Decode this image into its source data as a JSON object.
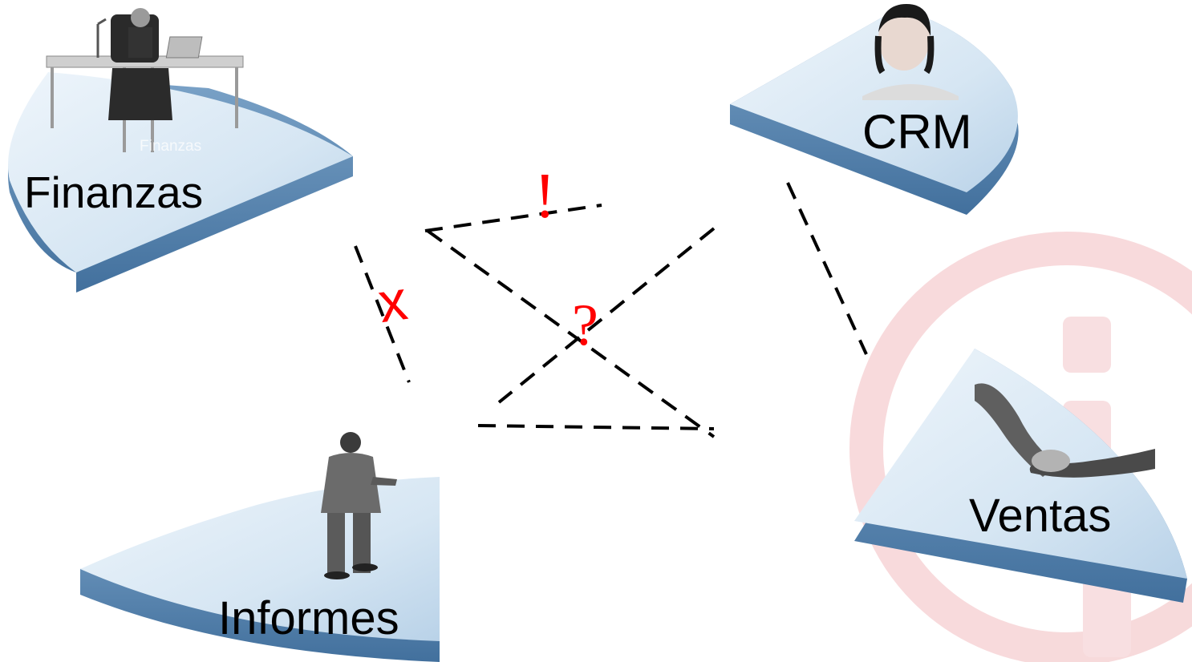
{
  "diagram": {
    "nodes": [
      {
        "id": "finanzas",
        "label": "Finanzas",
        "watermark": "Finanzas",
        "figure": "person-at-desk"
      },
      {
        "id": "crm",
        "label": "CRM",
        "figure": "call-center-agent"
      },
      {
        "id": "ventas",
        "label": "Ventas",
        "figure": "handshake"
      },
      {
        "id": "informes",
        "label": "Informes",
        "figure": "standing-businessman"
      }
    ],
    "marks": {
      "exclamation": "!",
      "question": "?",
      "cross": "x"
    },
    "connectors": "dashed",
    "colors": {
      "platform_top": "#dce9f4",
      "platform_side": "#5a86b0",
      "marks": "#ff0000",
      "connectors": "#000000",
      "background_logo": "#f6d2d4"
    }
  }
}
